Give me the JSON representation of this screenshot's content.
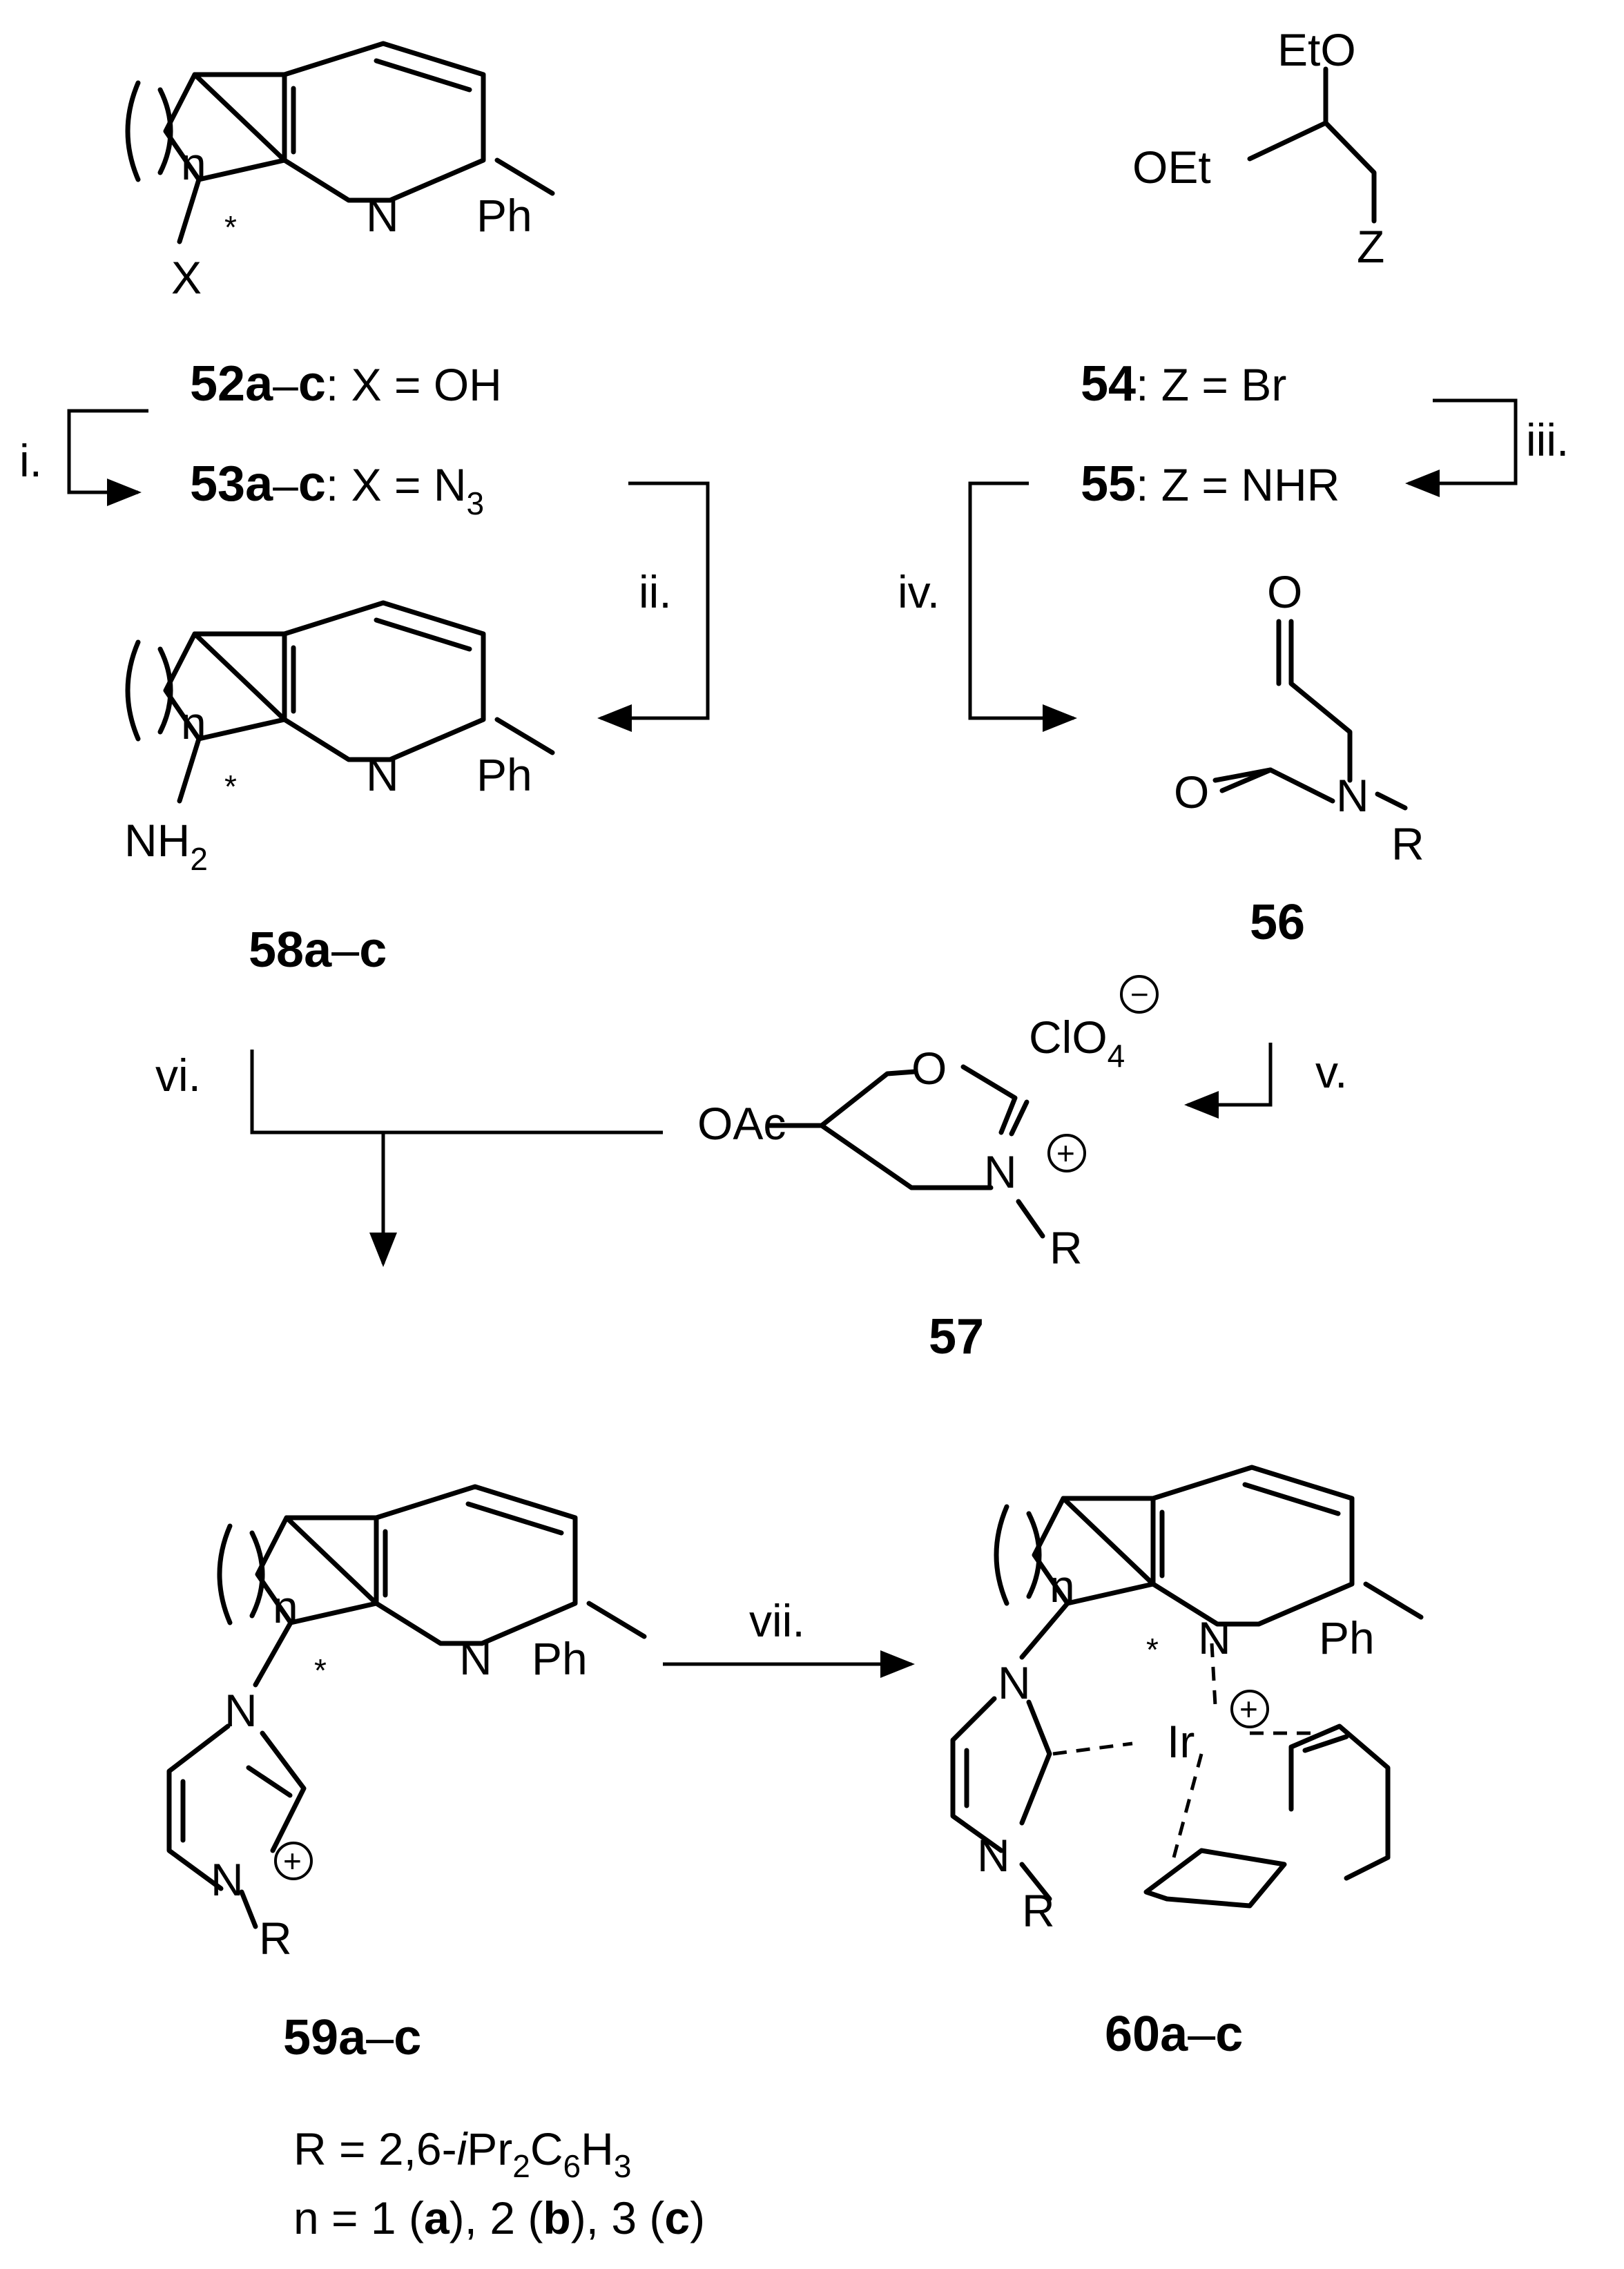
{
  "atoms": {
    "N": "N",
    "Ph": "Ph",
    "X": "X",
    "O": "O",
    "R": "R",
    "Ir": "Ir",
    "EtO": "EtO",
    "OEt": "OEt",
    "Z": "Z",
    "NH": "NH",
    "sub2": "2",
    "OAc": "OAc",
    "ClO": "ClO",
    "sub4": "4",
    "n": "n",
    "star": "*",
    "plus": "+",
    "minus": "−"
  },
  "compounds": {
    "c52": {
      "bold": "52a",
      "dash": "–",
      "bold2": "c",
      "rest": ": X = OH"
    },
    "c53": {
      "bold": "53a",
      "dash": "–",
      "bold2": "c",
      "rest": ": X = N",
      "sub": "3"
    },
    "c54": {
      "bold": "54",
      "rest": ": Z = Br"
    },
    "c55": {
      "bold": "55",
      "rest": ": Z = NHR"
    },
    "c56": {
      "bold": "56"
    },
    "c57": {
      "bold": "57"
    },
    "c58": {
      "bold": "58a",
      "dash": "–",
      "bold2": "c"
    },
    "c59": {
      "bold": "59a",
      "dash": "–",
      "bold2": "c"
    },
    "c60": {
      "bold": "60a",
      "dash": "–",
      "bold2": "c"
    }
  },
  "steps": {
    "i": "i.",
    "ii": "ii.",
    "iii": "iii.",
    "iv": "iv.",
    "v": "v.",
    "vi": "vi.",
    "vii": "vii."
  },
  "footnote": {
    "r_pre": "R = 2,6-",
    "r_ital": "i",
    "r_mid": "Pr",
    "r_sub1": "2",
    "r_c": "C",
    "r_sub2": "6",
    "r_h": "H",
    "r_sub3": "3",
    "n_pre": "n = 1 (",
    "a": "a",
    "n_mid1": "), 2 (",
    "b": "b",
    "n_mid2": "), 3 (",
    "c": "c",
    "n_end": ")"
  }
}
